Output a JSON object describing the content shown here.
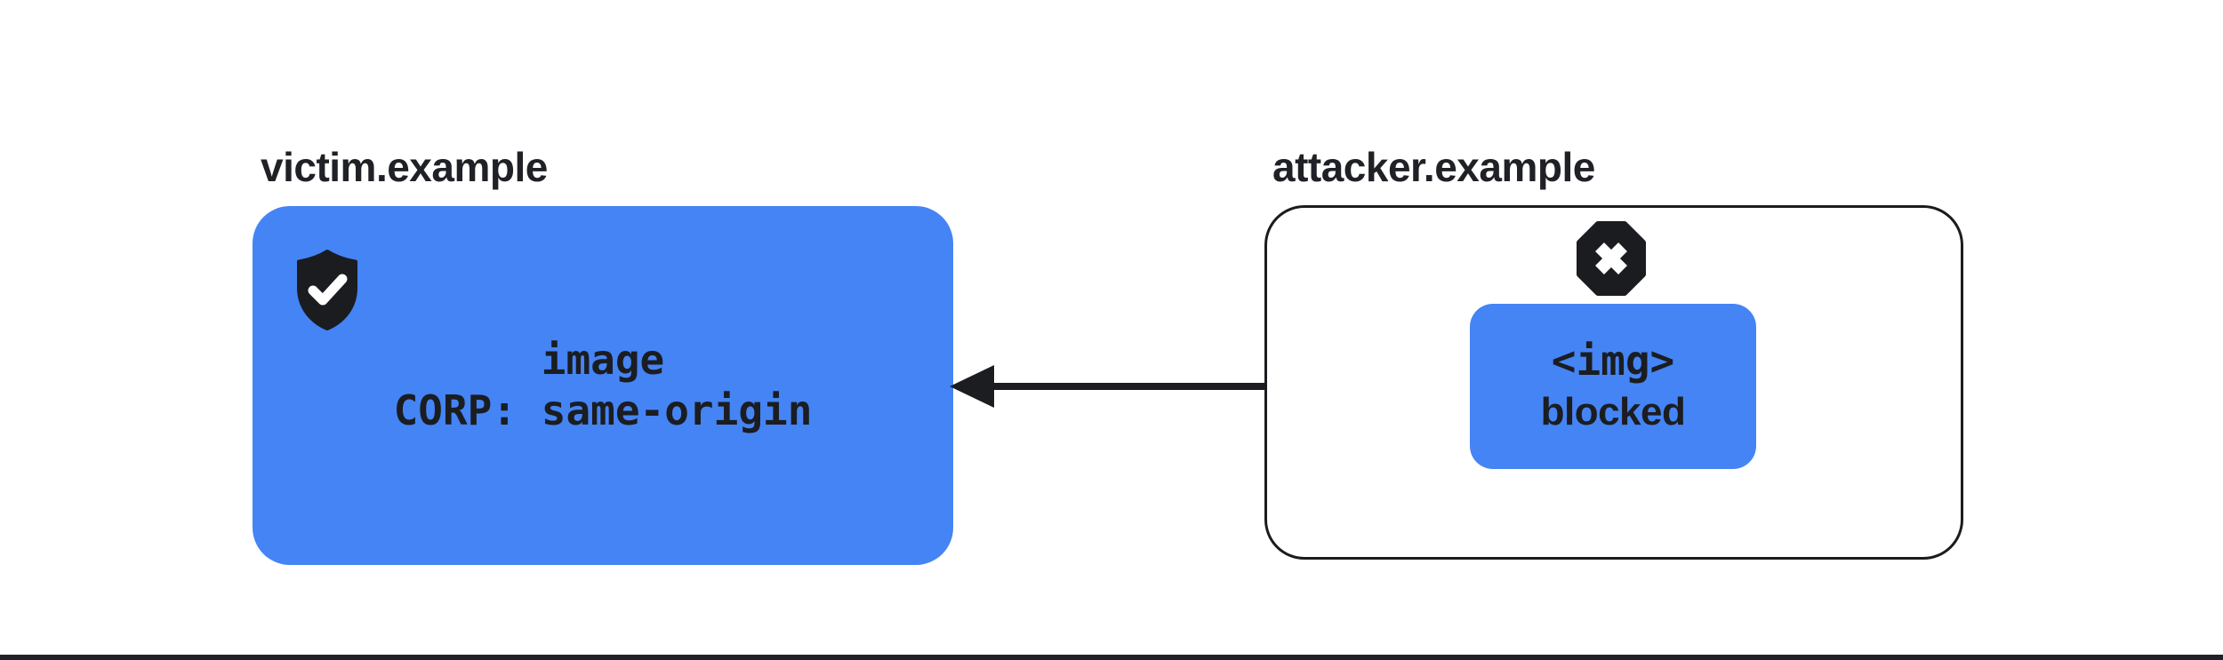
{
  "page": {
    "background_color": "#FFFFFF",
    "bottom_rule_color": "#202227"
  },
  "victim": {
    "label": "victim.example",
    "box_line1": "image",
    "box_line2": "CORP: same-origin",
    "icon": "shield-check-icon",
    "box_color": "#4584F4",
    "text_color": "#1B1D21"
  },
  "attacker": {
    "label": "attacker.example",
    "request_line1": "<img>",
    "request_line2": "blocked",
    "icon": "blocked-x-icon",
    "outer_border_color": "#1A1C20",
    "box_color": "#4584F4",
    "text_color": "#1B1D21"
  },
  "arrow": {
    "direction": "right-to-left",
    "from": "attacker.example <img> request",
    "to": "victim.example image",
    "color": "#1B1D21"
  }
}
